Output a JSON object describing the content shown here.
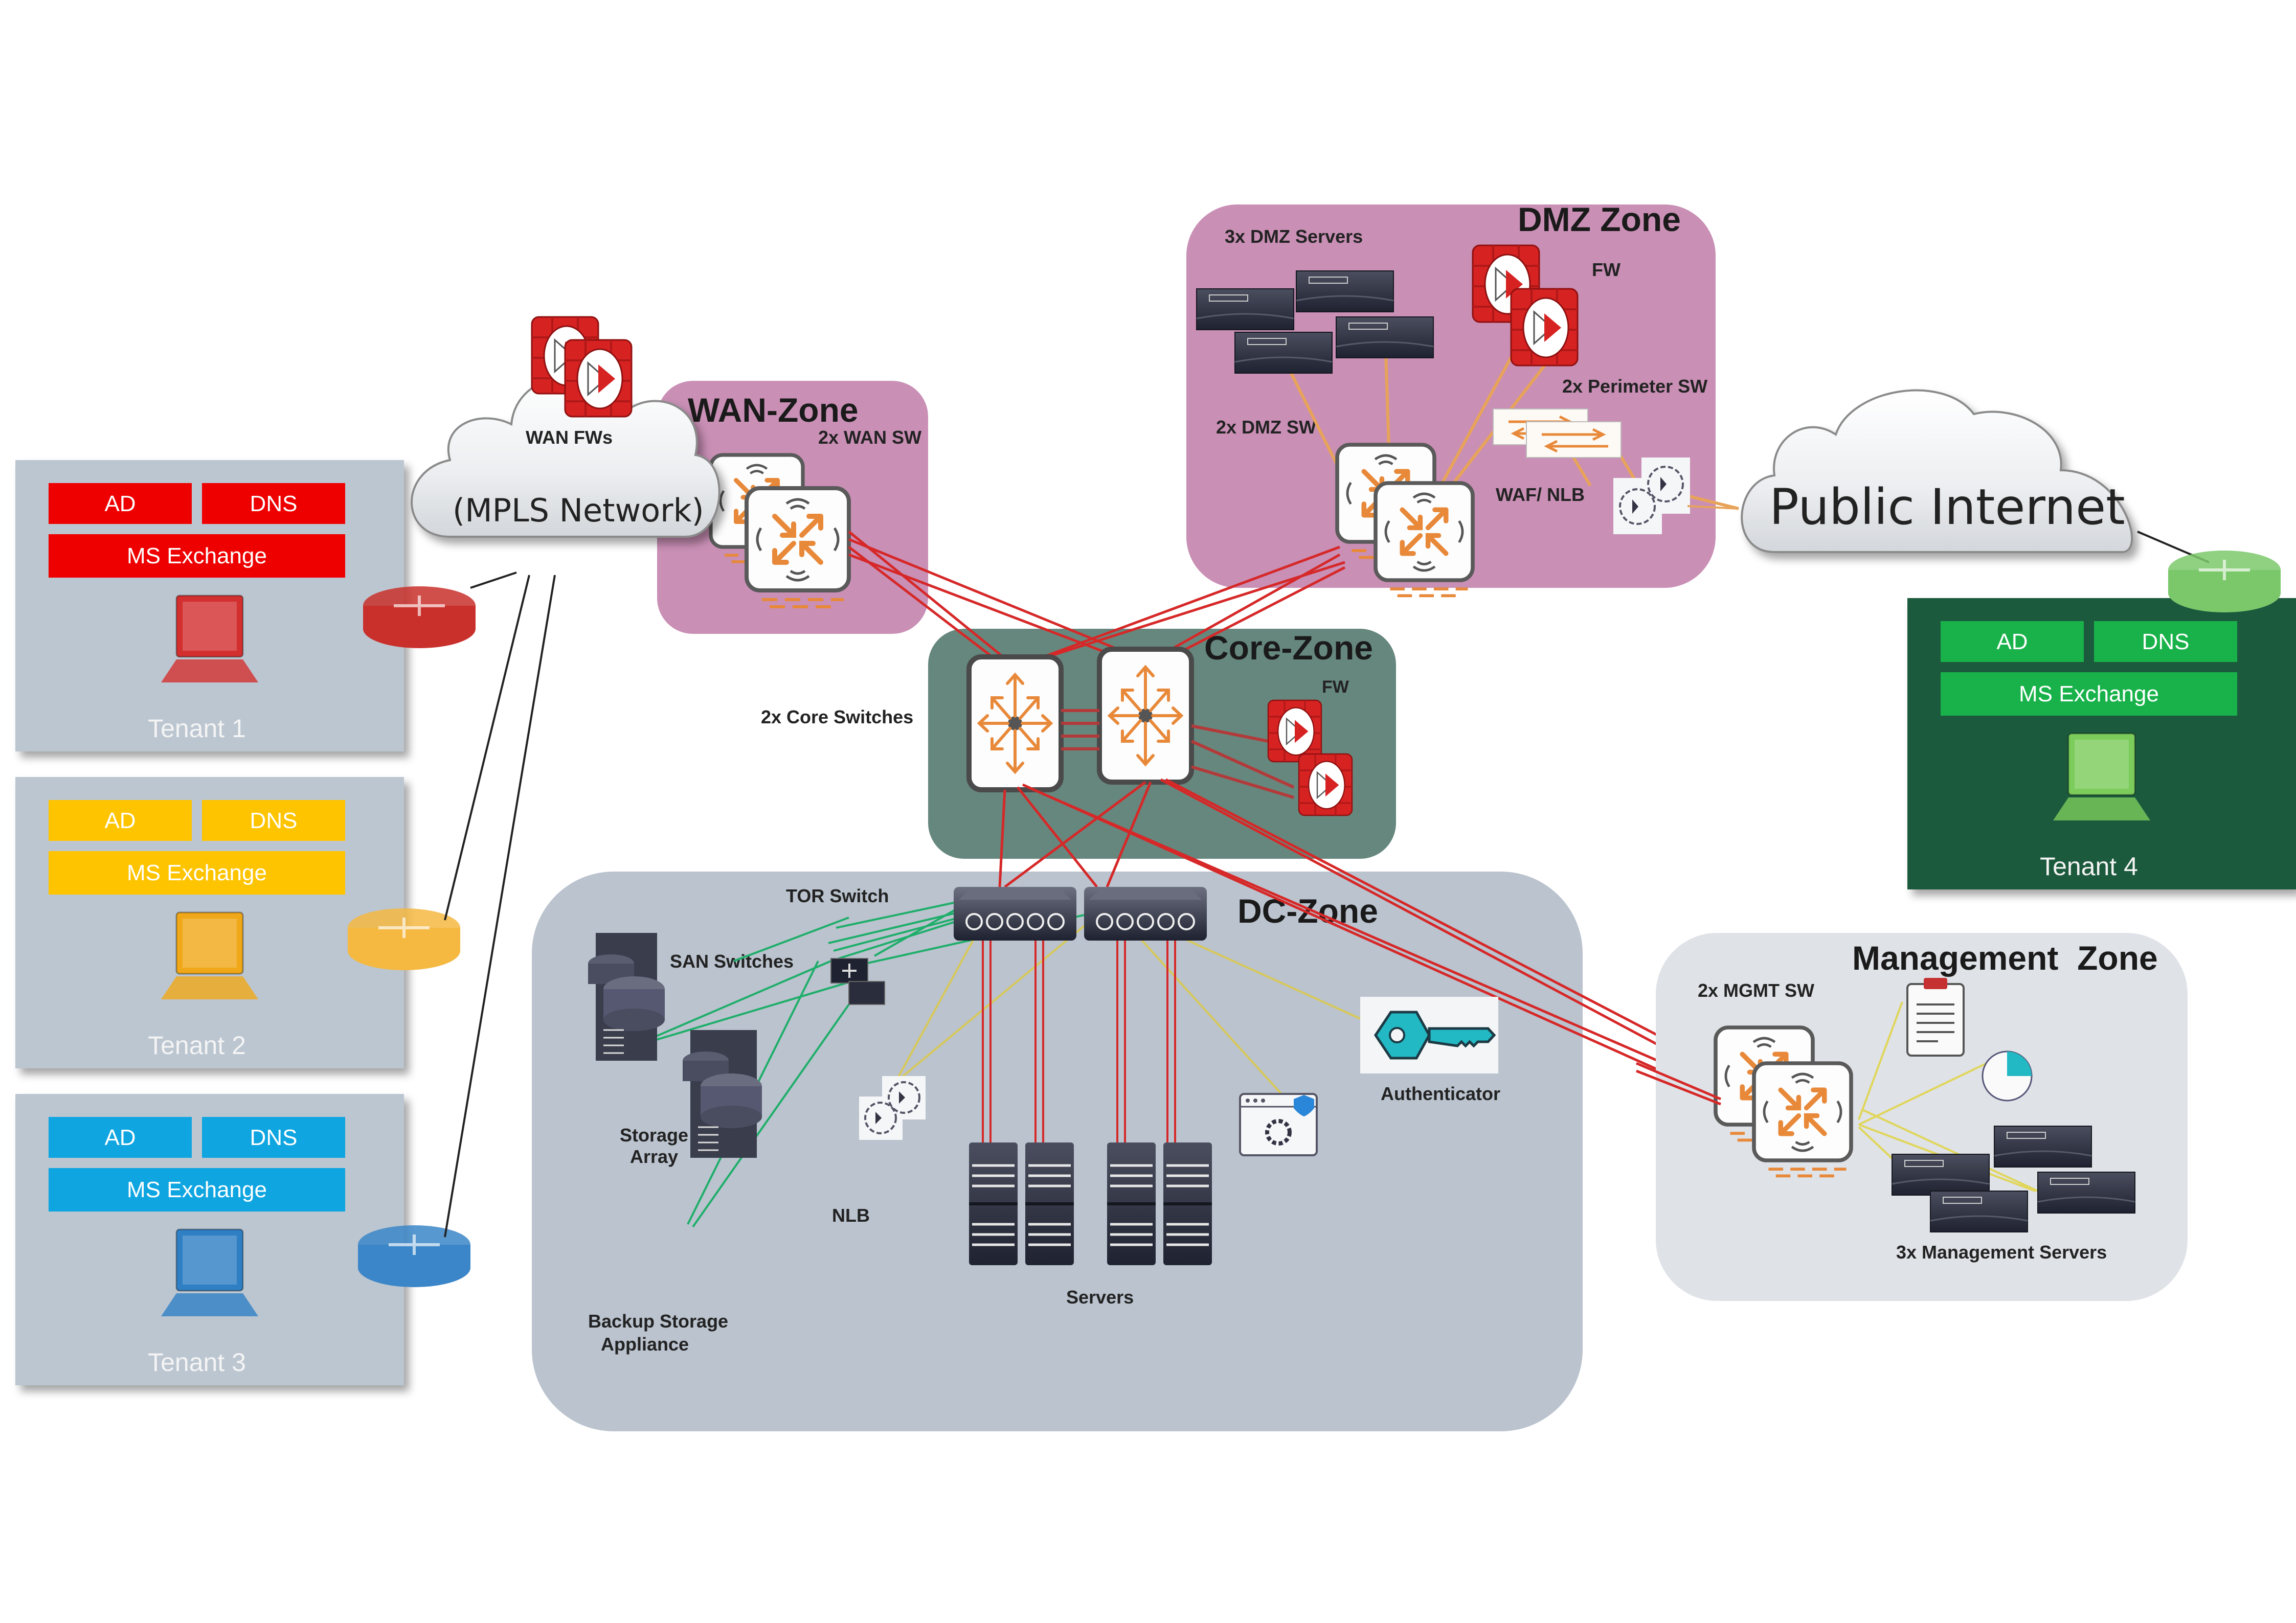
{
  "diagram": {
    "clouds": {
      "mpls": {
        "label": "(MPLS Network)"
      },
      "internet": {
        "label": "Public Internet"
      }
    },
    "wan_firewalls": {
      "label": "WAN FWs"
    },
    "tenants": [
      {
        "name": "Tenant 1",
        "ad": "AD",
        "dns": "DNS",
        "exchange": "MS Exchange",
        "color": "#ee0000",
        "router_color": "#c9302c",
        "laptop_color": "#d32f2f"
      },
      {
        "name": "Tenant 2",
        "ad": "AD",
        "dns": "DNS",
        "exchange": "MS Exchange",
        "color": "#ffc400",
        "router_color": "#f5b942",
        "laptop_color": "#f0a818"
      },
      {
        "name": "Tenant 3",
        "ad": "AD",
        "dns": "DNS",
        "exchange": "MS Exchange",
        "color": "#0ea5e0",
        "router_color": "#3b86c8",
        "laptop_color": "#2f7fc4"
      },
      {
        "name": "Tenant 4",
        "ad": "AD",
        "dns": "DNS",
        "exchange": "MS Exchange",
        "color": "#19b24a",
        "router_color": "#7bc86b",
        "laptop_color": "#7ccc5c",
        "panel_color": "#1c5a3d"
      }
    ],
    "zones": {
      "wan": {
        "title": "WAN-Zone",
        "switch_label": "2x WAN SW",
        "color": "#c98fb5"
      },
      "dmz": {
        "title": "DMZ Zone",
        "servers_label": "3x DMZ Servers",
        "fw_label": "FW",
        "perimeter_label": "2x Perimeter SW",
        "switch_label": "2x DMZ SW",
        "waf_label": "WAF/ NLB",
        "color": "#c98fb5"
      },
      "core": {
        "title": "Core-Zone",
        "switch_label": "2x Core Switches",
        "fw_label": "FW",
        "color": "#66877d"
      },
      "dc": {
        "title": "DC-Zone",
        "tor_label": "TOR Switch",
        "san_label": "SAN Switches",
        "storage_label_1": "Storage",
        "storage_label_2": "Array",
        "backup_label_1": "Backup Storage",
        "backup_label_2": "Appliance",
        "nlb_label": "NLB",
        "servers_label": "Servers",
        "auth_label": "Authenticator",
        "color": "#bac3ce"
      },
      "mgmt": {
        "title": "Management  Zone",
        "switch_label": "2x MGMT SW",
        "servers_label": "3x Management Servers",
        "color": "#dfe2e7"
      }
    },
    "link_colors": {
      "core_links": "#d62828",
      "storage_links": "#1fae6a",
      "mgmt_links": "#e0d65a",
      "dmz_links": "#e8a35a",
      "tenant_links": "#222222"
    }
  }
}
